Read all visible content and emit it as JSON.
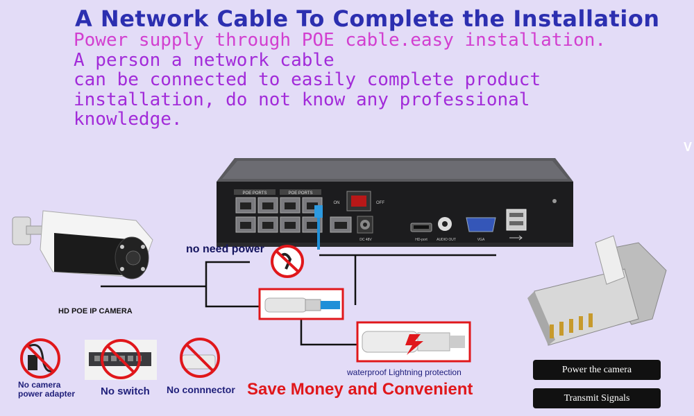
{
  "title": "A Network Cable To Complete the Installation",
  "description_lines": [
    "Power supply through POE cable.easy installation.",
    "A person a network cable",
    "can be connected to easily complete product",
    "installation, do not know any professional",
    "knowledge."
  ],
  "labels": {
    "no_need_power": "no need power",
    "camera": "HD POE IP CAMERA",
    "no_adapter_line1": "No camera",
    "no_adapter_line2": "power adapter",
    "no_switch": "No switch",
    "no_connector": "No connnector",
    "save_money": "Save Money and Convenient",
    "waterproof": "waterproof Lightning protection",
    "power_camera": "Power the camera",
    "transmit_signals": "Transmit Signals",
    "edge_letter": "V"
  },
  "nvr": {
    "poe_ports_left": "POE PORTS",
    "poe_ports_right": "POE PORTS",
    "on": "ON",
    "off": "OFF",
    "dc": "DC 48V",
    "hdmi": "HD-port",
    "audio": "AUDIO OUT",
    "vga": "VGA"
  },
  "colors": {
    "background": "#e3dcf7",
    "title": "#2c2fb0",
    "description": "#a22bd9",
    "accent_red": "#e0171b",
    "cable": "#111111"
  },
  "icons": [
    "prohibited-icon",
    "power-switch-icon",
    "usb-icon"
  ]
}
